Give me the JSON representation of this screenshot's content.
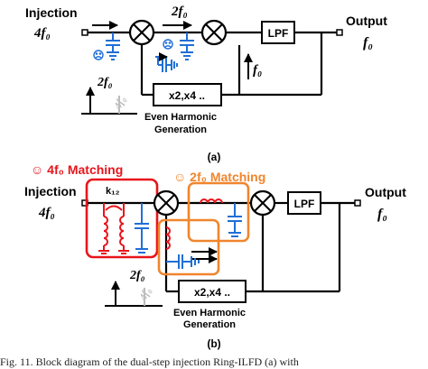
{
  "panel_a": {
    "input_label": "Injection",
    "input_freq": "4f₀",
    "mid_freq": "2f₀",
    "lpf_label": "LPF",
    "output_label": "Output",
    "output_freq": "f₀",
    "feedback_freq": "f₀",
    "injected_freq": "2f₀",
    "faded_freq": "4f₀",
    "harmonic_block": "x2,x4 ..",
    "harmonic_caption_1": "Even Harmonic",
    "harmonic_caption_2": "Generation",
    "panel_tag": "(a)"
  },
  "panel_b": {
    "match4_label": "☺ 4f₀ Matching",
    "match2_label": "☺ 2f₀ Matching",
    "coupling_label": "k₁₂",
    "input_label": "Injection",
    "input_freq": "4f₀",
    "lpf_label": "LPF",
    "output_label": "Output",
    "output_freq": "f₀",
    "injected_freq": "2f₀",
    "faded_freq": "4f₀",
    "harmonic_block": "x2,x4 ..",
    "harmonic_caption_1": "Even Harmonic",
    "harmonic_caption_2": "Generation",
    "panel_tag": "(b)"
  },
  "caption": "Fig. 11.   Block diagram of the dual-step injection Ring-ILFD (a) with",
  "colors": {
    "line": "#000000",
    "blue": "#1f6fd6",
    "red": "#e8141b",
    "orange": "#f0852d",
    "gray": "#bdbdbd"
  }
}
